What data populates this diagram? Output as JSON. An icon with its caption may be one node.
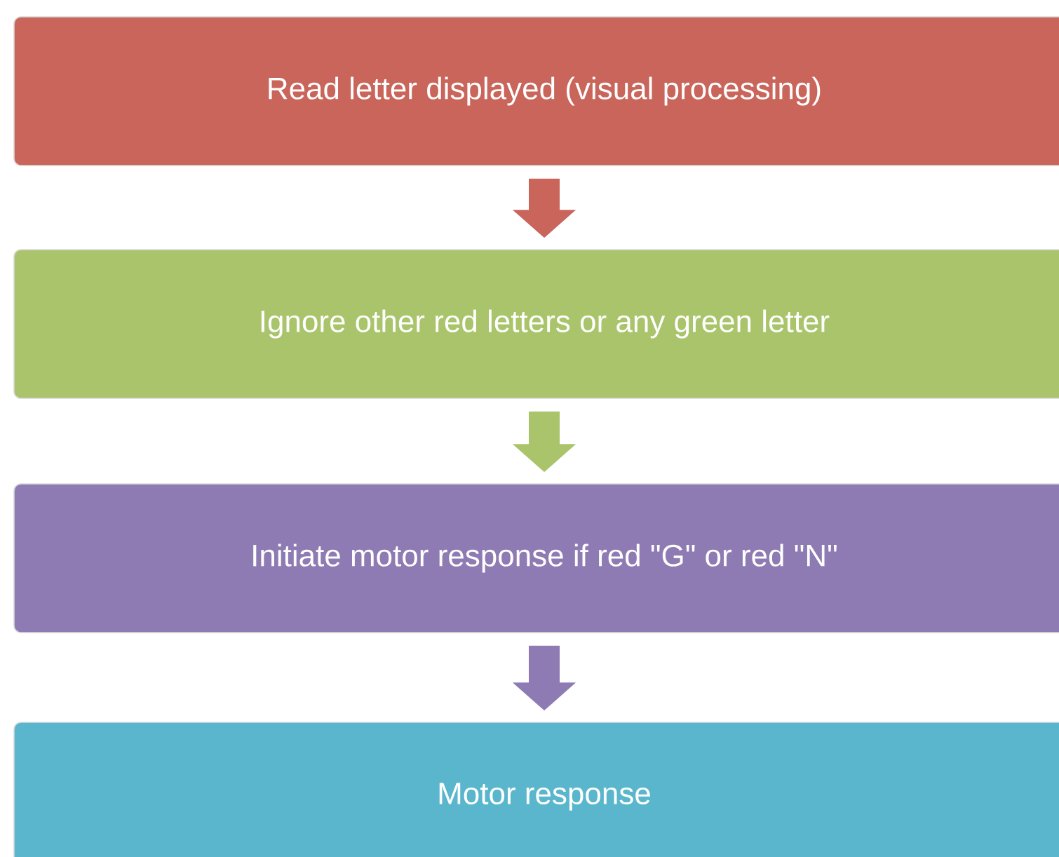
{
  "diagram": {
    "nodes": [
      {
        "text": [
          "Read letter displayed (visual processing)"
        ]
      },
      {
        "text": [
          "Ignore other red letters or any green letter"
        ]
      },
      {
        "text": [
          "Initiate motor response if red \"G\" or red \"N\""
        ]
      },
      {
        "text": [
          "Motor response"
        ]
      }
    ],
    "edges": [
      {
        "from": 0,
        "to": 1,
        "arrow": "to",
        "color": "#c9655a"
      },
      {
        "from": 1,
        "to": 2,
        "arrow": "to",
        "color": "#a9c46a"
      },
      {
        "from": 2,
        "to": 3,
        "arrow": "to",
        "color": "#8f7bb4"
      }
    ]
  }
}
